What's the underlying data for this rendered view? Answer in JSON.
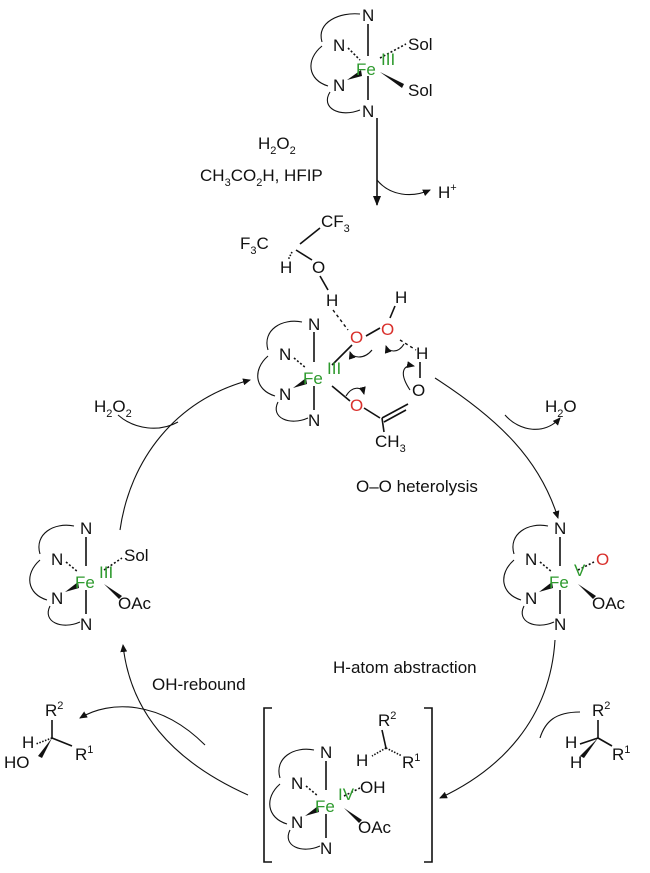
{
  "colors": {
    "iron": "#2e9a2e",
    "oxygen": "#d9302c",
    "ink": "#111111"
  },
  "atoms": {
    "n": "N",
    "fe": "Fe",
    "o": "O",
    "h": "H",
    "c": "C",
    "sol": "Sol",
    "oac": "OAc",
    "r": "R",
    "f": "F"
  },
  "ox_states": {
    "iii": "III",
    "v": "V",
    "iv": "IV"
  },
  "numbers": {
    "one": "1",
    "two": "2",
    "three": "3",
    "plus": "+"
  },
  "reagents": {
    "h2o2_h": "H",
    "acid_ch3": "CH",
    "acid_co2h_co": "CO",
    "acid_co2h_h": "H, HFIP",
    "h2o_h": "H"
  },
  "labels": {
    "heterolysis": "O–O heterolysis",
    "abstraction": "H-atom abstraction",
    "rebound": "OH-rebound"
  }
}
